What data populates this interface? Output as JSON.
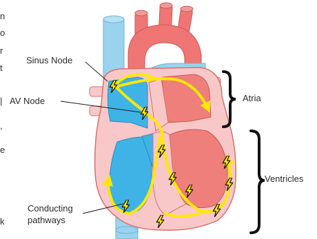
{
  "labels": {
    "sinus_node": "Sinus Node",
    "av_node": "AV Node",
    "atria": "Atria",
    "ventricles": "Ventricles",
    "conducting_line1": "Conducting",
    "conducting_line2": "pathways"
  },
  "edge_text_fragments": [
    "n",
    "o",
    "r",
    "t",
    "|",
    ",",
    "e",
    "k"
  ],
  "colors": {
    "pink_tissue": "#f8c8c8",
    "red_chamber": "#ee7f7a",
    "red_vessel": "#ef7674",
    "blue_chamber": "#3fb3e6",
    "light_blue_vessel": "#9ad3ee",
    "pathway_yellow": "#ffe800",
    "outline": "#d4706c",
    "bracket": "#111111"
  },
  "icons": [
    "lightning-icon"
  ]
}
